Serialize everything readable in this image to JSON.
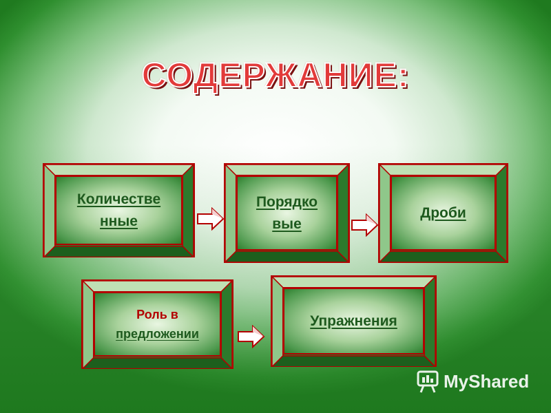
{
  "title": "СОДЕРЖАНИЕ:",
  "boxes": {
    "quantitative": {
      "line1": "Количестве",
      "line2": "нные"
    },
    "ordinal": {
      "line1": "Порядко",
      "line2": "вые"
    },
    "fractions": {
      "label": "Дроби"
    },
    "role": {
      "line1": "Роль в",
      "line2": "предложении"
    },
    "exercises": {
      "label": "Упражнения"
    }
  },
  "watermark": {
    "text": "MyShared",
    "icon": "presentation-board-icon"
  },
  "colors": {
    "frame_border": "#b30000",
    "title": "#e23a3a",
    "link": "#1e5a1e",
    "arrow_fill": "#ffffff"
  }
}
